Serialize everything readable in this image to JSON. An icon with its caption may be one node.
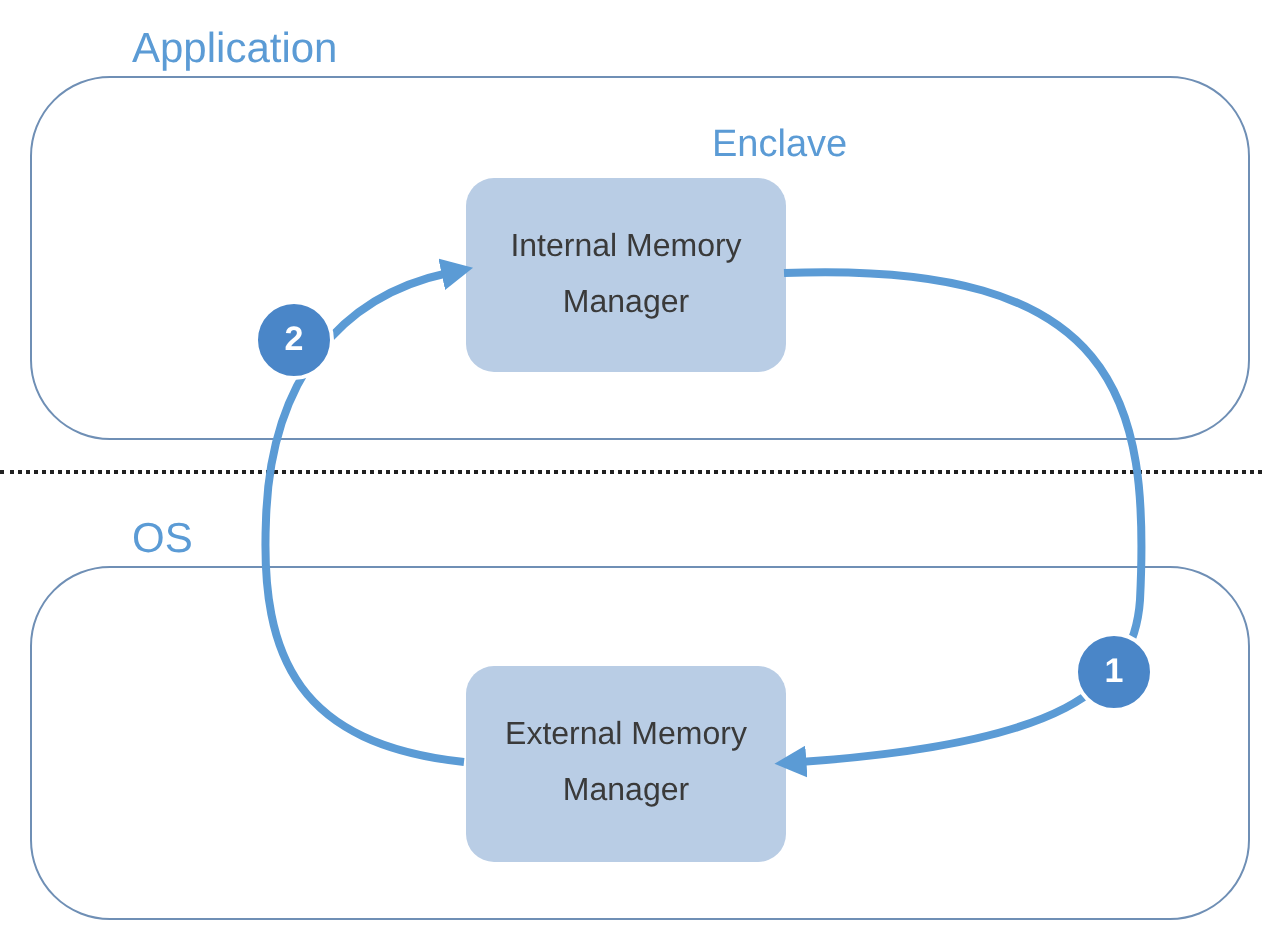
{
  "diagram": {
    "nodes": [
      {
        "text": [
          "Application"
        ]
      },
      {
        "text": [
          "Internal Memory Manager"
        ],
        "in": 0
      },
      {
        "text": [
          "OS"
        ]
      },
      {
        "text": [
          "External Memory Manager"
        ],
        "in": 2
      }
    ],
    "edges": [
      {
        "from": 1,
        "to": 3,
        "arrow": "to",
        "label": "1"
      },
      {
        "from": 3,
        "to": 1,
        "arrow": "to",
        "label": "2"
      }
    ],
    "labels": [
      "Enclave"
    ]
  }
}
